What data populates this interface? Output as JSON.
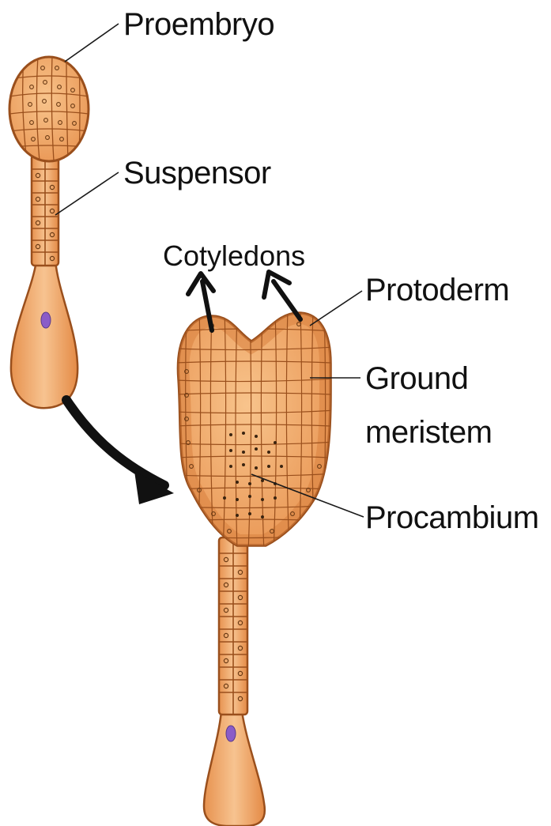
{
  "labels": {
    "proembryo": "Proembryo",
    "suspensor": "Suspensor",
    "cotyledons": "Cotyledons",
    "protoderm": "Protoderm",
    "ground_line1": "Ground",
    "ground_line2": "meristem",
    "procambium": "Procambium"
  },
  "colors": {
    "cell_fill": "#f0a868",
    "cell_fill_light": "#f7c08a",
    "cell_outline": "#9a4f1c",
    "nucleus": "#8a5cc8",
    "arrow": "#111111"
  }
}
